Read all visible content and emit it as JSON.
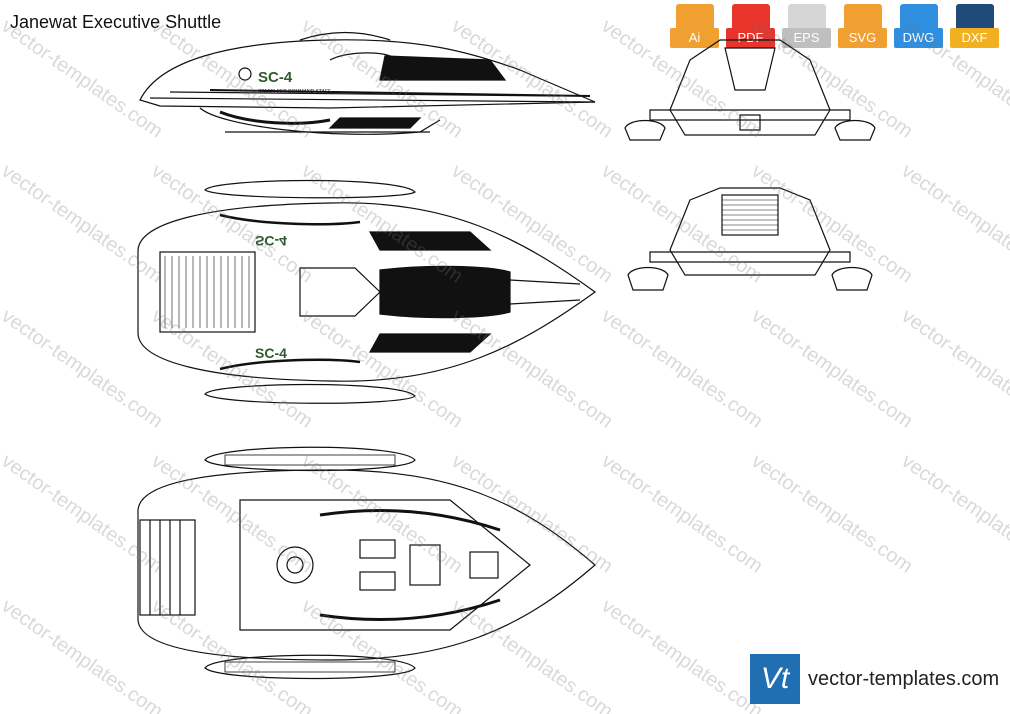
{
  "title": "Janewat Executive Shuttle",
  "formats": [
    {
      "label": "Ai",
      "color": "#f0a030"
    },
    {
      "label": "PDF",
      "color": "#e8342b"
    },
    {
      "label": "EPS",
      "color": "#bfbfbf"
    },
    {
      "label": "SVG",
      "color": "#f0a030"
    },
    {
      "label": "DWG",
      "color": "#2f8ee0"
    },
    {
      "label": "DXF",
      "color": "#f0b020"
    }
  ],
  "hull_markings": {
    "registry": "SC-4",
    "registry_mirrored": "SC-4",
    "subtitle": "STARFLEET COMMAND STAFF"
  },
  "watermark_text": "vector-templates.com",
  "brand": {
    "logo": "Vt",
    "name": "vector-templates.com"
  }
}
